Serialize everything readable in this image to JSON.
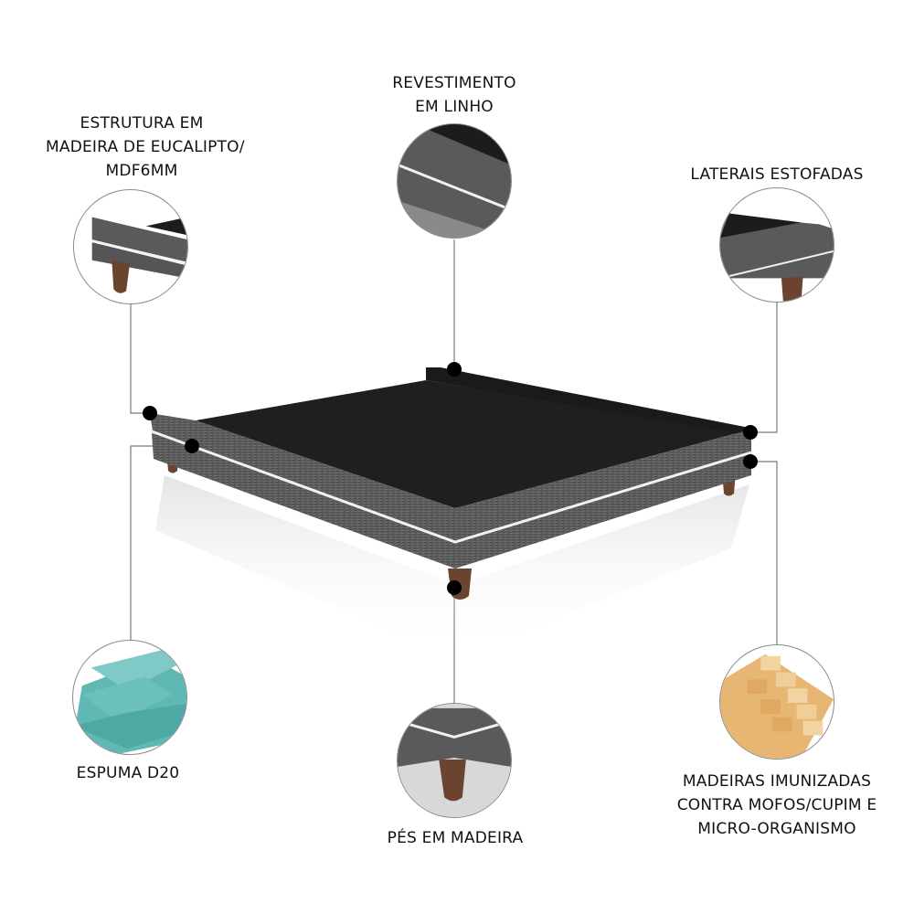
{
  "features": [
    {
      "id": "estrutura",
      "lines": [
        "ESTRUTURA EM",
        "MADEIRA DE EUCALIPTO/",
        "MDF6MM"
      ],
      "icon": "bed-corner-leg-detail"
    },
    {
      "id": "revestimento",
      "lines": [
        "REVESTIMENTO",
        "EM LINHO"
      ],
      "icon": "linen-fabric-detail"
    },
    {
      "id": "laterais",
      "lines": [
        "LATERAIS ESTOFADAS"
      ],
      "icon": "upholstered-side-detail"
    },
    {
      "id": "espuma",
      "lines": [
        "ESPUMA D20"
      ],
      "icon": "foam-blocks"
    },
    {
      "id": "pes",
      "lines": [
        "PÉS EM MADEIRA"
      ],
      "icon": "wooden-foot-detail"
    },
    {
      "id": "madeiras",
      "lines": [
        "MADEIRAS IMUNIZADAS",
        "CONTRA MOFOS/CUPIM E",
        "MICRO-ORGANISMO"
      ],
      "icon": "wood-planks-stack"
    }
  ],
  "product": {
    "name": "bed-base-gray-linen",
    "fabric_color": "#5a5a5a",
    "top_color": "#1c1c1c",
    "leg_color": "#6b4430",
    "piping_color": "#f2f2f2"
  },
  "colors": {
    "foam": "#5fb8b4",
    "wood": "#e8b673",
    "dot": "#000000",
    "line": "#7a7a7a"
  }
}
